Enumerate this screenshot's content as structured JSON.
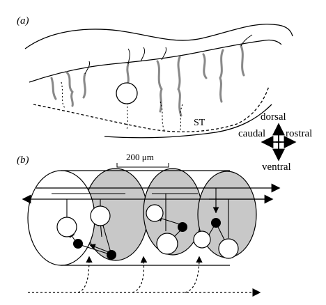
{
  "panel_a": {
    "label": "(a)",
    "structure_label": "ST"
  },
  "orientation": {
    "dorsal": "dorsal",
    "ventral": "ventral",
    "caudal": "caudal",
    "rostral": "rostral"
  },
  "panel_b": {
    "label": "(b)",
    "scale_bar_label": "200 μm"
  },
  "colors": {
    "line": "#000000",
    "fiber_gray": "#888888",
    "segment_fill": "#c8c8c8",
    "cell_white": "#ffffff",
    "cell_black": "#000000"
  }
}
